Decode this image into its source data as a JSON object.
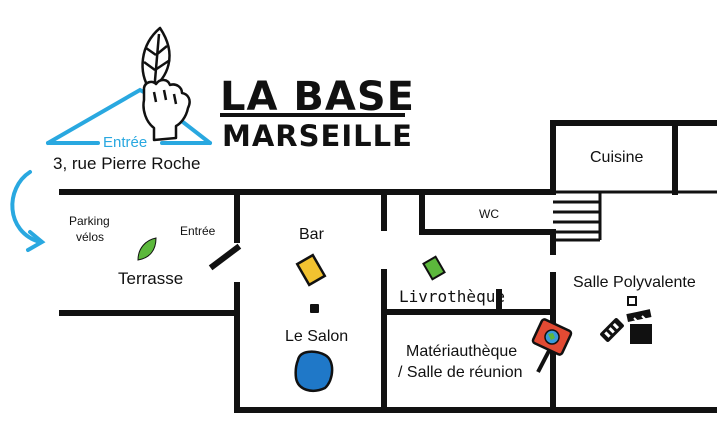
{
  "logo": {
    "line1": "LA BASE",
    "line2": "MARSEILLE"
  },
  "address": {
    "entrance_label": "Entrée",
    "street": "3, rue Pierre Roche"
  },
  "zones": {
    "parking_line1": "Parking",
    "parking_line2": "vélos",
    "side_entrance": "Entrée",
    "terrace": "Terrasse",
    "bar": "Bar",
    "salon": "Le Salon",
    "wc": "WC",
    "kitchen": "Cuisine",
    "library": "Livrothèque",
    "materials_line1": "Matériauthèque",
    "materials_line2": "/ Salle de réunion",
    "hall": "Salle Polyvalente"
  },
  "colors": {
    "accent": "#29a8e0",
    "walls": "#111111",
    "leaf": "#5cb83c",
    "bar_icon": "#f2c230",
    "book_icon": "#5cb83c",
    "salon_icon": "#1f78c8",
    "sign_icon": "#e24a33"
  },
  "icons": [
    "leaf-fist-icon",
    "house-roof-outline",
    "curved-arrow-icon",
    "leaf-icon",
    "bar-icon",
    "book-icon",
    "small-square-icon",
    "salon-blob-icon",
    "sign-globe-icon",
    "movie-icons"
  ]
}
